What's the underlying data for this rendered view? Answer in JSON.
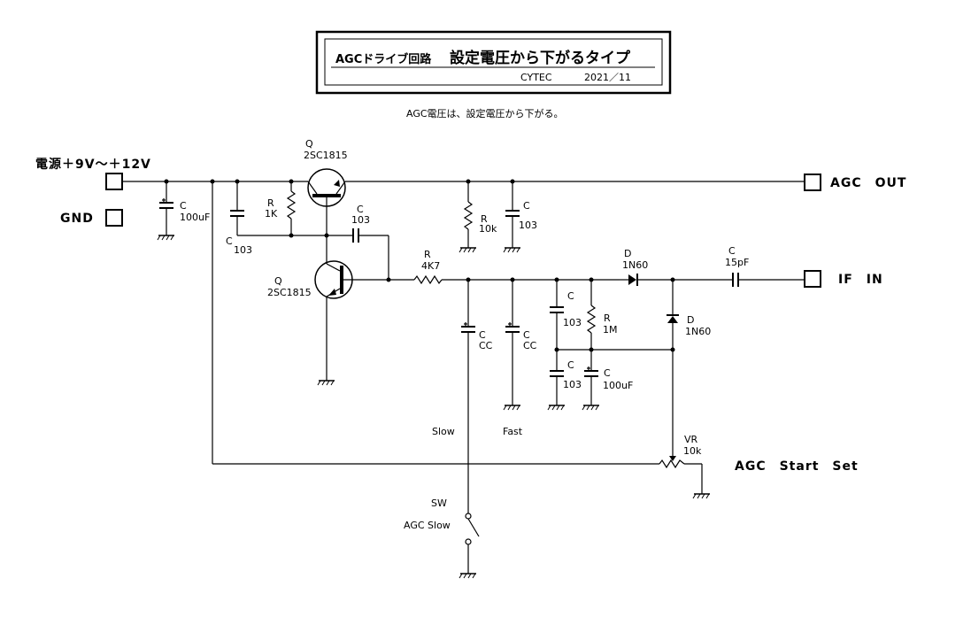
{
  "title_block": {
    "small_title": "AGCドライブ回路",
    "main_title": "設定電圧から下がるタイプ",
    "author": "CYTEC",
    "date": "2021／11"
  },
  "note": "AGC電圧は、設定電圧から下がる。",
  "terminals": {
    "power": "電源＋9V～＋12V",
    "gnd": "GND",
    "agc_out": "AGC　OUT",
    "if_in": "IF　IN",
    "agc_start_set": "AGC　Start　Set"
  },
  "components": {
    "q1_ref": "Q",
    "q1_part": "2SC1815",
    "q2_ref": "Q",
    "q2_part": "2SC1815",
    "c_in_ref": "C",
    "c_in_val": "100uF",
    "c_byp_ref": "C",
    "c_byp_val": "103",
    "r_base_ref": "R",
    "r_base_val": "1K",
    "c_fb_ref": "C",
    "c_fb_val": "103",
    "r_load_ref": "R",
    "r_load_val": "10k",
    "c_out_ref": "C",
    "c_out_val": "103",
    "r_ser_ref": "R",
    "r_ser_val": "4K7",
    "c_slow_ref": "C",
    "c_slow_val": "CC",
    "c_fast_ref": "C",
    "c_fast_val": "CC",
    "c_det1_ref": "C",
    "c_det1_val": "103",
    "r_det_ref": "R",
    "r_det_val": "1M",
    "c_det2_ref": "C",
    "c_det2_val": "103",
    "c_det3_ref": "C",
    "c_det3_val": "100uF",
    "d1_ref": "D",
    "d1_part": "1N60",
    "d2_ref": "D",
    "d2_part": "1N60",
    "c_if_ref": "C",
    "c_if_val": "15pF",
    "vr_ref": "VR",
    "vr_val": "10k"
  },
  "labels": {
    "slow": "Slow",
    "fast": "Fast",
    "sw_ref": "SW",
    "sw_name": "AGC Slow"
  }
}
